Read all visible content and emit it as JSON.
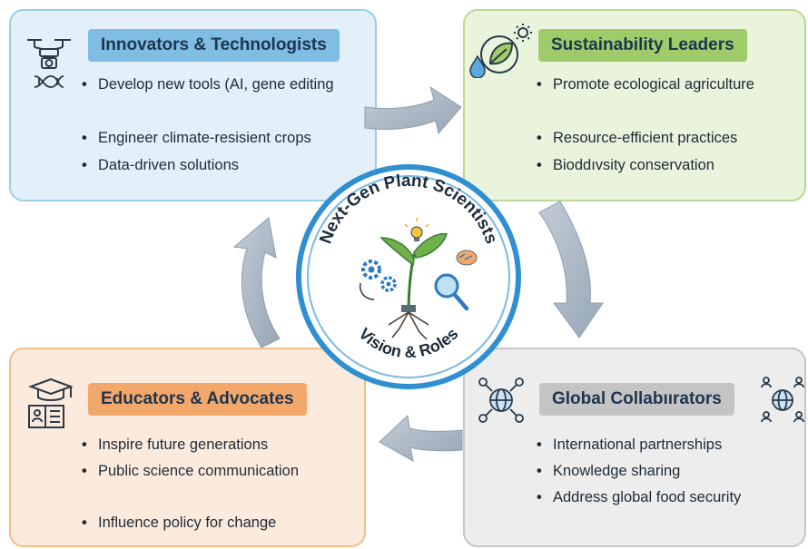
{
  "center": {
    "title": "Next-Gen Plant Scientists",
    "subtitle": "Vision & Roles"
  },
  "quadrants": {
    "top_left": {
      "title": "Innovators & Technologists",
      "items": [
        "Develop new tools (AI, gene editing",
        "Engineer climate-resisient crops",
        "Data-driven solutions"
      ],
      "icons": [
        "drone-icon",
        "dna-icon"
      ]
    },
    "top_right": {
      "title": "Sustainability Leaders",
      "items": [
        "Promote ecological agriculture",
        "Resource-efficient practices",
        "Bioddıvsity conservation"
      ],
      "icons": [
        "leaf-sun-icon",
        "water-drop-icon"
      ]
    },
    "bottom_left": {
      "title": "Educators & Advocates",
      "items": [
        "Inspire future generations",
        "Public science communication",
        "Influence policy for change"
      ],
      "icons": [
        "graduation-cap-icon",
        "open-book-icon"
      ]
    },
    "bottom_right": {
      "title": "Global Collabıırators",
      "items": [
        "International partnerships",
        "Knowledge sharing",
        "Address global food security"
      ],
      "icons": [
        "globe-network-icon",
        "globe-people-icon"
      ]
    }
  },
  "colors": {
    "blue_panel": "#e3f0f9",
    "green_panel": "#eaf3dc",
    "orange_panel": "#fcebdc",
    "gray_panel": "#ededed",
    "ring": "#3a9ad9",
    "arrow": "#a9b8c6"
  }
}
